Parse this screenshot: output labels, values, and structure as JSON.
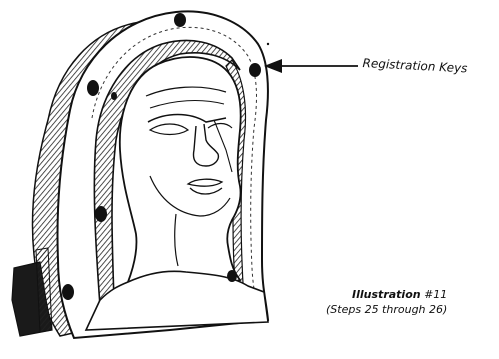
{
  "callout": {
    "label": "Registration Keys"
  },
  "caption": {
    "title_word": "Illustration",
    "title_number": "#11",
    "steps": "(Steps 25 through 26)"
  }
}
